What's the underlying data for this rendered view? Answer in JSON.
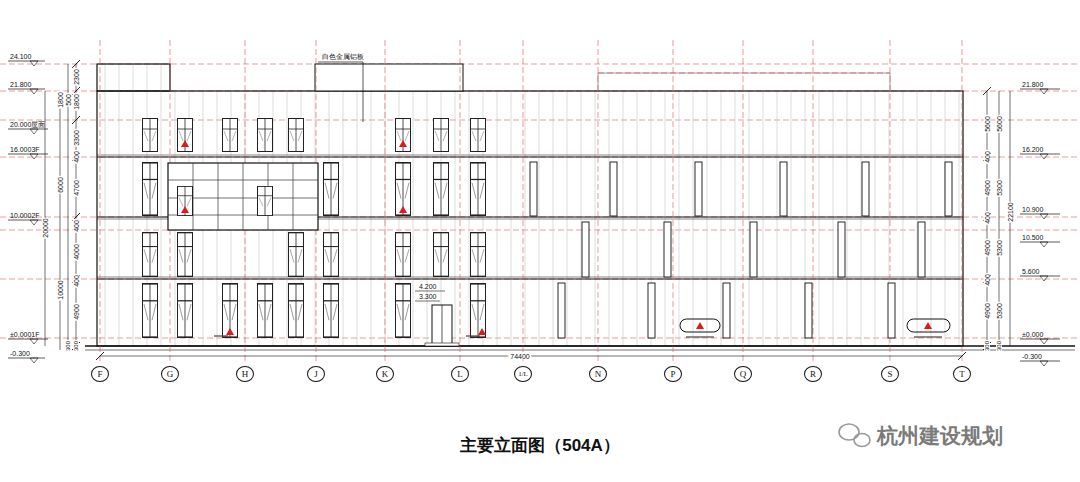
{
  "diagram": {
    "title": "主要立面图（504A）",
    "nodes": [
      {
        "text": [
          "F"
        ]
      },
      {
        "text": [
          "G"
        ]
      },
      {
        "text": [
          "H"
        ]
      },
      {
        "text": [
          "J"
        ]
      },
      {
        "text": [
          "K"
        ]
      },
      {
        "text": [
          "L"
        ]
      },
      {
        "text": [
          "1/L"
        ]
      },
      {
        "text": [
          "N"
        ]
      },
      {
        "text": [
          "P"
        ]
      },
      {
        "text": [
          "Q"
        ]
      },
      {
        "text": [
          "R"
        ]
      },
      {
        "text": [
          "S"
        ]
      },
      {
        "text": [
          "T"
        ]
      }
    ],
    "labels": [
      "24.100",
      "21.800",
      "20.000屋面",
      "16.0003F",
      "10.0002F",
      "±0.0001F",
      "-0.300",
      "2300",
      "1800",
      "500",
      "1800",
      "3300",
      "400",
      "4700",
      "6000",
      "20000",
      "400",
      "4000",
      "10000",
      "400",
      "4900",
      "300",
      "300",
      "21.800",
      "16.200",
      "10.900",
      "10.500",
      "5.600",
      "±0.000",
      "-0.300",
      "5600",
      "5600",
      "400",
      "4900",
      "5300",
      "22100",
      "400",
      "4900",
      "5300",
      "400",
      "4900",
      "5300",
      "300",
      "300",
      "白色金属铝板",
      "4.200",
      "3.300",
      "74400",
      "杭州建设规划"
    ]
  }
}
